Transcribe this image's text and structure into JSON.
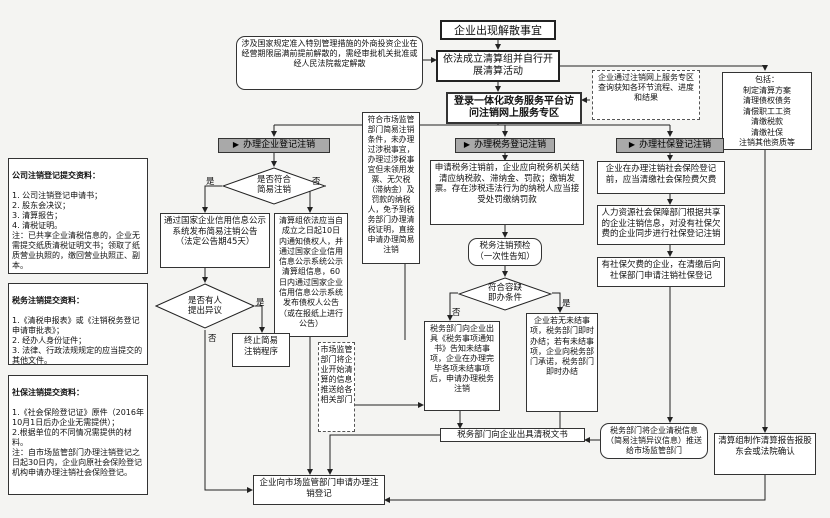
{
  "diagram": {
    "title": "企业出现解散事宜",
    "step_liquidation": "依法成立清算组并自行开展清算活动",
    "note_special": "涉及国家规定准入特别管理措施的外商投资企业在经营期限届满前提前解散的，需经审批机关批准或经人民法院裁定解散",
    "login": "登录一体化政务服务平台访问注销网上服务专区",
    "note_online": "企业通过注销网上服务专区查询获知各环节流程、进度和结果",
    "includes": "包括：\n制定清算方案\n清理债权债务\n清偿职工工资\n清缴税款\n清缴社保\n注销其他资质等",
    "col_business": "办理企业登记注销",
    "col_tax": "办理税务登记注销",
    "col_social": "办理社保登记注销",
    "diamond_simple": "是否符合\n简易注销",
    "yes": "是",
    "no": "否",
    "box_publicity": "通过国家企业信用信息公示系统发布简易注销公告\n（法定公告期45天）",
    "box_ordinary": "清算组依法应当自成立之日起10日内通知债权人，并通过国家企业信用信息公示系统公示清算组信息，60日内通过国家企业信用信息公示系统发布债权人公告（或在报纸上进行公告）",
    "box_tax_conditions": "符合市场监管部门简易注销条件，未办理过涉税事宜，办理过涉税事宜但未领用发票、无欠税（滞纳金）及罚款的纳税人，免予到税务部门办理清税证明，直接申请办理简易注销",
    "diamond_objection": "是否有人\n提出异议",
    "box_terminate": "终止简易\n注销程序",
    "box_tax_apply": "申请税务注销前，企业应向税务机关结清应纳税款、滞纳金、罚款；缴销发票。存在涉税违法行为的纳税人应当接受处罚缴纳罚款",
    "box_precheck": "税务注销预检\n（一次性告知）",
    "diamond_instant": "符合容缺\n即办条件",
    "box_tax_no": "税务部门向企业出具《税务事项通知书》告知未结事项，企业在办理完毕各项未结事项后，申请办理税务注销",
    "box_tax_yes": "企业若无未结事项，税务部门即时办结；若有未结事项，企业向税务部门承诺，税务部门即时办结",
    "box_market_push": "市场监管部门将企业开始清算的信息推送给各相关部门",
    "box_tax_clear": "税务部门向企业出具清税文书",
    "box_si_settle": "企业在办理注销社会保险登记前，应当清缴社会保险费欠费",
    "box_hr_push": "人力资源社会保障部门根据共享的企业注销信息，对没有社保欠费的企业同步进行社保登记注销",
    "box_si_arrears": "有社保欠费的企业，在清缴后向社保部门申请注销社保登记",
    "box_si_info": "税务部门将企业清税信息（简易注销异议信息）推送给市场监管部门",
    "box_report": "清算组制作清算报告报股东会或法院确认",
    "box_final": "企业向市场监管部门申请办理注销登记"
  },
  "materials": {
    "company_title": "公司注销登记提交资料：",
    "company_body": "1. 公司注销登记申请书；\n2. 股东会决议；\n3. 清算报告；\n4. 清税证明。\n注：已共享企业清税信息的，企业无需提交纸质清税证明文书；领取了纸质营业执照的，缴回营业执照正、副本。",
    "tax_title": "税务注销提交资料：",
    "tax_body": "1.《清税申报表》或《注销税务登记申请审批表》；\n2. 经办人身份证件；\n3. 法律、行政法规规定的应当提交的其他文件。",
    "si_title": "社保注销提交资料：",
    "si_body": "1.《社会保险登记证》原件（2016年10月1日后办企业无需提供）；\n2.根据单位的不同情况需提供的材料。\n注：自市场监管部门办理注销登记之日起30日内，企业向原社会保险登记机构申请办理注销社会保险登记。"
  }
}
